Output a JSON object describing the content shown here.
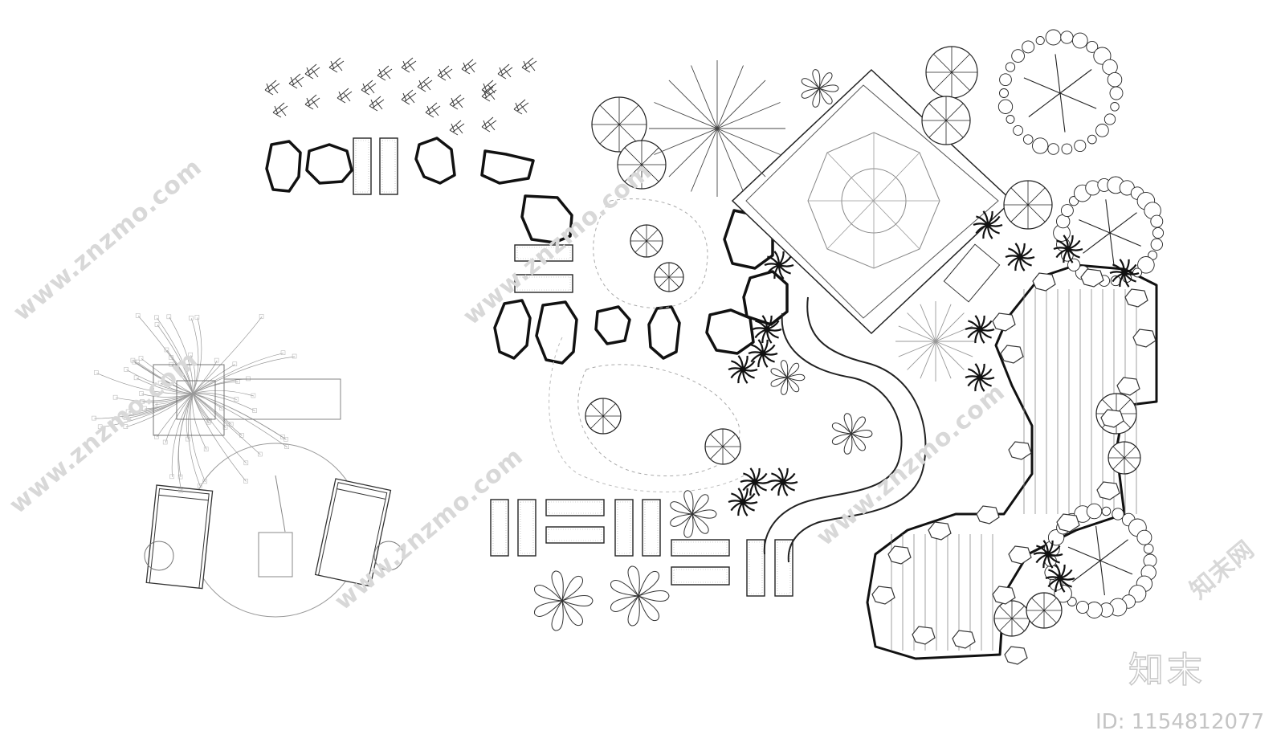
{
  "watermark": {
    "site": "www.znzmo.com",
    "brand": "知末网",
    "logo": "知末",
    "id_text": "ID: 1154812077"
  },
  "colors": {
    "ink": "#1a1a1a",
    "light_ink": "#9a9a9a",
    "watermark": "#d8d8d8"
  },
  "symbols": {
    "plant_icon": "grass-tuft-icon",
    "stone_icon": "stepping-stone-icon",
    "tree_icon": "tree-canopy-icon",
    "palm_icon": "palm-icon",
    "chair_icon": "lounge-chair-icon",
    "umbrella_icon": "umbrella-icon"
  }
}
